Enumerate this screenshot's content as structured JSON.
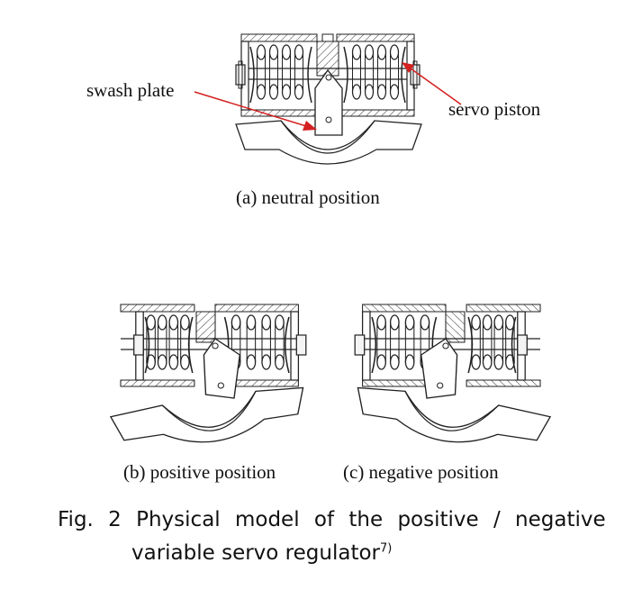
{
  "diagram": {
    "callouts": {
      "swash_plate": "swash plate",
      "servo_piston": "servo piston"
    },
    "panels": [
      {
        "id": "a",
        "caption": "(a) neutral position"
      },
      {
        "id": "b",
        "caption": "(b) positive position"
      },
      {
        "id": "c",
        "caption": "(c) negative position"
      }
    ],
    "arrow_color": "#d42020"
  },
  "figure": {
    "caption_line1": "Fig. 2 Physical model of the positive / negative",
    "caption_line2": "variable servo regulator",
    "caption_ref": "7)"
  }
}
